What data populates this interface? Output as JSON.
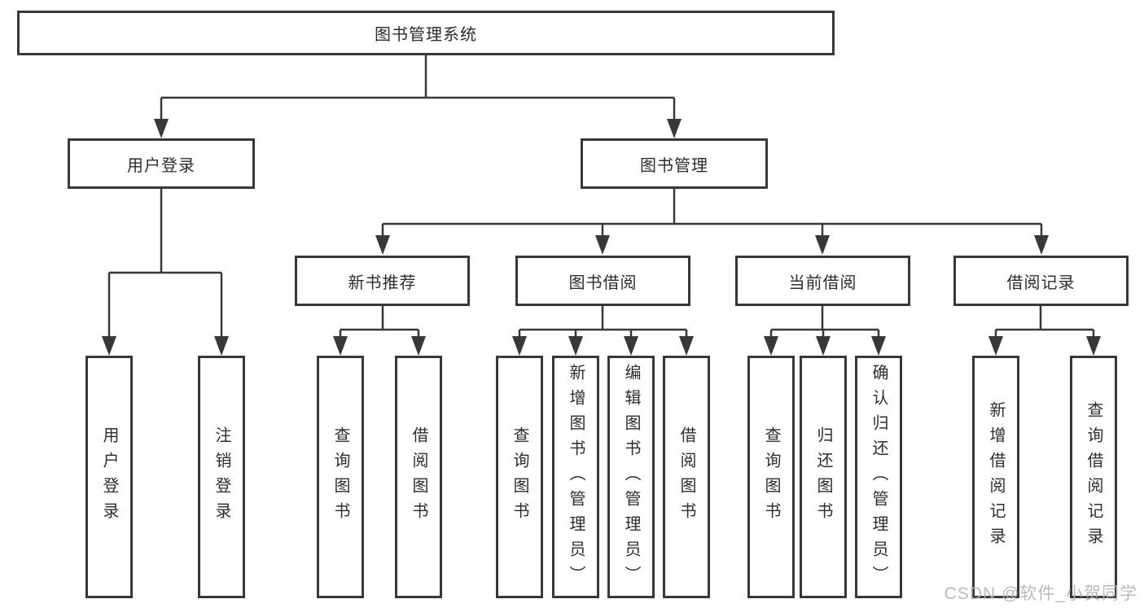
{
  "tree": {
    "label": "图书管理系统",
    "children": [
      {
        "label": "用户登录",
        "children": [
          {
            "label": "用户登录"
          },
          {
            "label": "注销登录"
          }
        ]
      },
      {
        "label": "图书管理",
        "children": [
          {
            "label": "新书推荐",
            "children": [
              {
                "label": "查询图书"
              },
              {
                "label": "借阅图书"
              }
            ]
          },
          {
            "label": "图书借阅",
            "children": [
              {
                "label": "查询图书"
              },
              {
                "label": "新增图书（管理员）"
              },
              {
                "label": "编辑图书（管理员）"
              },
              {
                "label": "借阅图书"
              }
            ]
          },
          {
            "label": "当前借阅",
            "children": [
              {
                "label": "查询图书"
              },
              {
                "label": "归还图书"
              },
              {
                "label": "确认归还（管理员）"
              }
            ]
          },
          {
            "label": "借阅记录",
            "children": [
              {
                "label": "新增借阅记录"
              },
              {
                "label": "查询借阅记录"
              }
            ]
          }
        ]
      }
    ]
  },
  "watermark": "CSDN @软件_小贺同学",
  "colors": {
    "line": "#383838",
    "text": "#2d2d2d",
    "watermark": "#b5b5b5",
    "background": "#ffffff"
  }
}
